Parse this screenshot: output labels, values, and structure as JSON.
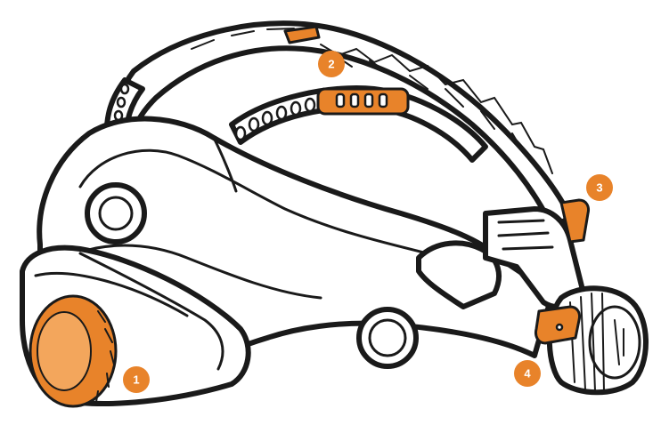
{
  "colors": {
    "accent": "#e8832a",
    "outline": "#1a1a1a",
    "background": "#ffffff"
  },
  "callouts": [
    {
      "label": "1"
    },
    {
      "label": "2"
    },
    {
      "label": "3"
    },
    {
      "label": "4"
    }
  ]
}
